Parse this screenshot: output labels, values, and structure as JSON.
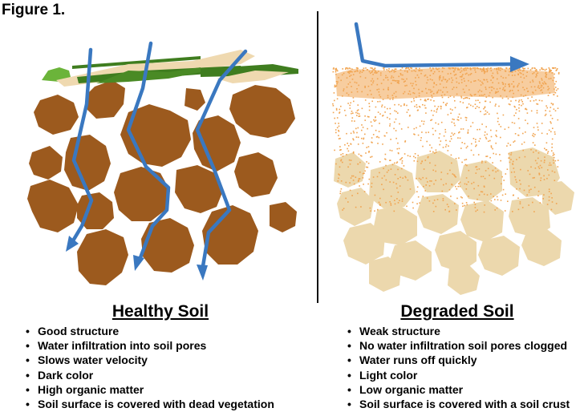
{
  "figure_title": "Figure 1.",
  "healthy": {
    "heading": "Healthy Soil",
    "bullets": [
      "Good structure",
      "Water infiltration into soil pores",
      "Slows water velocity",
      "Dark color",
      "High organic matter",
      "Soil surface is covered with dead vegetation"
    ],
    "aggregate_color": "#9c5a1e"
  },
  "degraded": {
    "heading": "Degraded Soil",
    "bullets": [
      "Weak structure",
      "No water infiltration soil pores clogged",
      "Water runs off quickly",
      "Light color",
      "Low organic matter",
      "Soil surface is covered with a soil crust"
    ],
    "aggregate_color": "#ecd8ad",
    "crust_color": "#f1a450"
  },
  "colors": {
    "water_arrow": "#3a78c0",
    "dark_vegetation": "#3f7d1f",
    "light_vegetation": "#6bb43a",
    "dead_vegetation": "#efd9b0"
  }
}
